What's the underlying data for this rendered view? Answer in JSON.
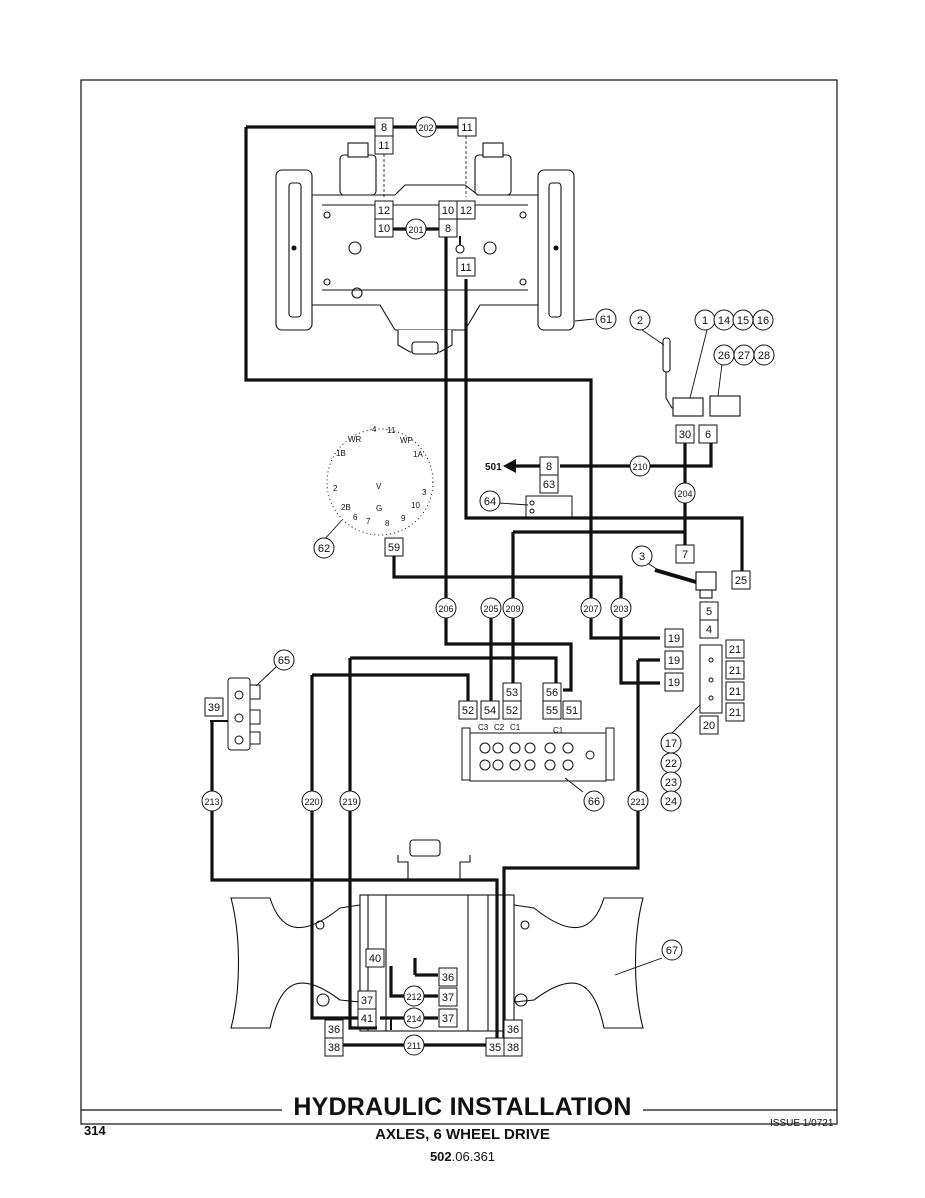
{
  "title": "HYDRAULIC INSTALLATION",
  "subtitle": "AXLES, 6 WHEEL DRIVE",
  "reference_bold": "502",
  "reference_rest": ".06.361",
  "page_number": "314",
  "issue": "ISSUE 1/0721",
  "arrow_label": "501",
  "valve_labels": {
    "c3": "C3",
    "c2": "C2",
    "c1a": "C1",
    "c1b": "C1"
  },
  "dial_labels": {
    "l4": "4",
    "l11": "11",
    "wr": "WR",
    "wp": "WP",
    "l1b": "1B",
    "l1a": "1A",
    "v": "V",
    "l2": "2",
    "l3": "3",
    "l2b": "2B",
    "l10": "10",
    "g": "G",
    "l6": "6",
    "l7": "7",
    "l8": "8",
    "l9": "9"
  },
  "boxes": {
    "b8_top": "8",
    "b11_topl": "11",
    "b11_topr": "11",
    "b12_l": "12",
    "b10_l": "10",
    "b10_r": "10",
    "b12_r": "12",
    "b8_mid": "8",
    "b11_mid": "11",
    "b30": "30",
    "b6": "6",
    "b8_501": "8",
    "b63": "63",
    "b59": "59",
    "b7": "7",
    "b25": "25",
    "b5": "5",
    "b4": "4",
    "b19a": "19",
    "b19b": "19",
    "b19c": "19",
    "b21a": "21",
    "b21b": "21",
    "b21c": "21",
    "b21d": "21",
    "b20": "20",
    "b52a": "52",
    "b54": "54",
    "b53": "53",
    "b52b": "52",
    "b56": "56",
    "b55": "55",
    "b51": "51",
    "b39": "39",
    "b40": "40",
    "b36a": "36",
    "b37a": "37",
    "b37b": "37",
    "b37c": "37",
    "b41": "41",
    "b36l": "36",
    "b38l": "38",
    "b35": "35",
    "b36r": "36",
    "b38r": "38"
  },
  "callouts": {
    "c202": "202",
    "c201": "201",
    "c61": "61",
    "c2": "2",
    "c1": "1",
    "c14": "14",
    "c15": "15",
    "c16": "16",
    "c26": "26",
    "c27": "27",
    "c28": "28",
    "c210": "210",
    "c204": "204",
    "c64": "64",
    "c62": "62",
    "c3": "3",
    "c206": "206",
    "c205": "205",
    "c209": "209",
    "c207": "207",
    "c203": "203",
    "c65": "65",
    "c17": "17",
    "c22": "22",
    "c23": "23",
    "c24": "24",
    "c66": "66",
    "c213": "213",
    "c220": "220",
    "c219": "219",
    "c221": "221",
    "c67": "67",
    "c212": "212",
    "c214": "214",
    "c211": "211"
  }
}
